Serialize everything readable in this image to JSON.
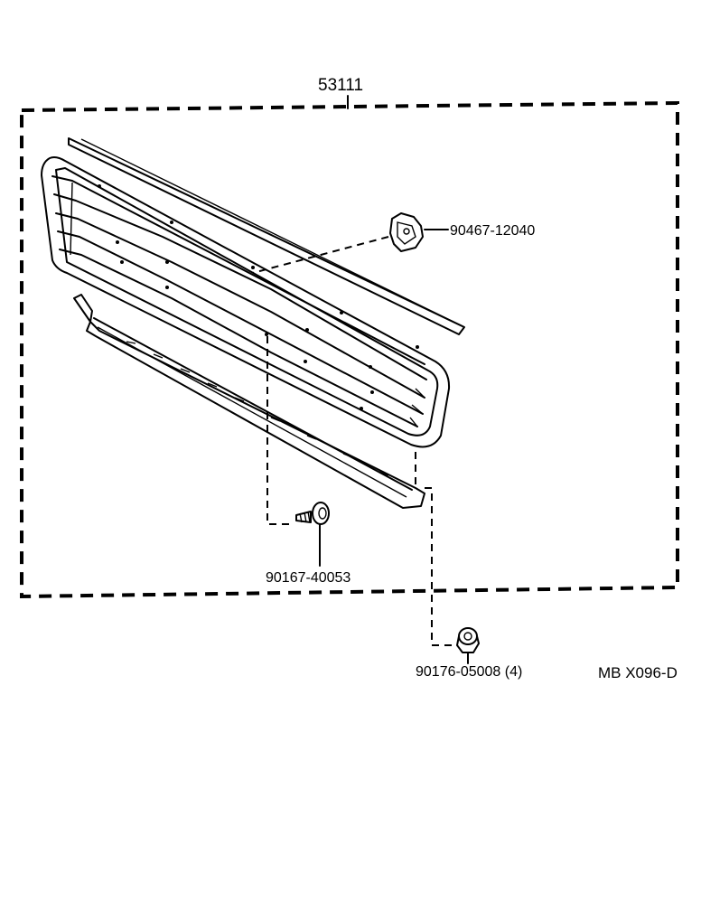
{
  "assembly": {
    "part_number": "53111"
  },
  "parts": [
    {
      "id": "clip",
      "part_number": "90467-12040"
    },
    {
      "id": "screw",
      "part_number": "90167-40053"
    },
    {
      "id": "nut",
      "part_number": "90176-05008 (4)"
    }
  ],
  "diagram_code": "MB X096-D"
}
